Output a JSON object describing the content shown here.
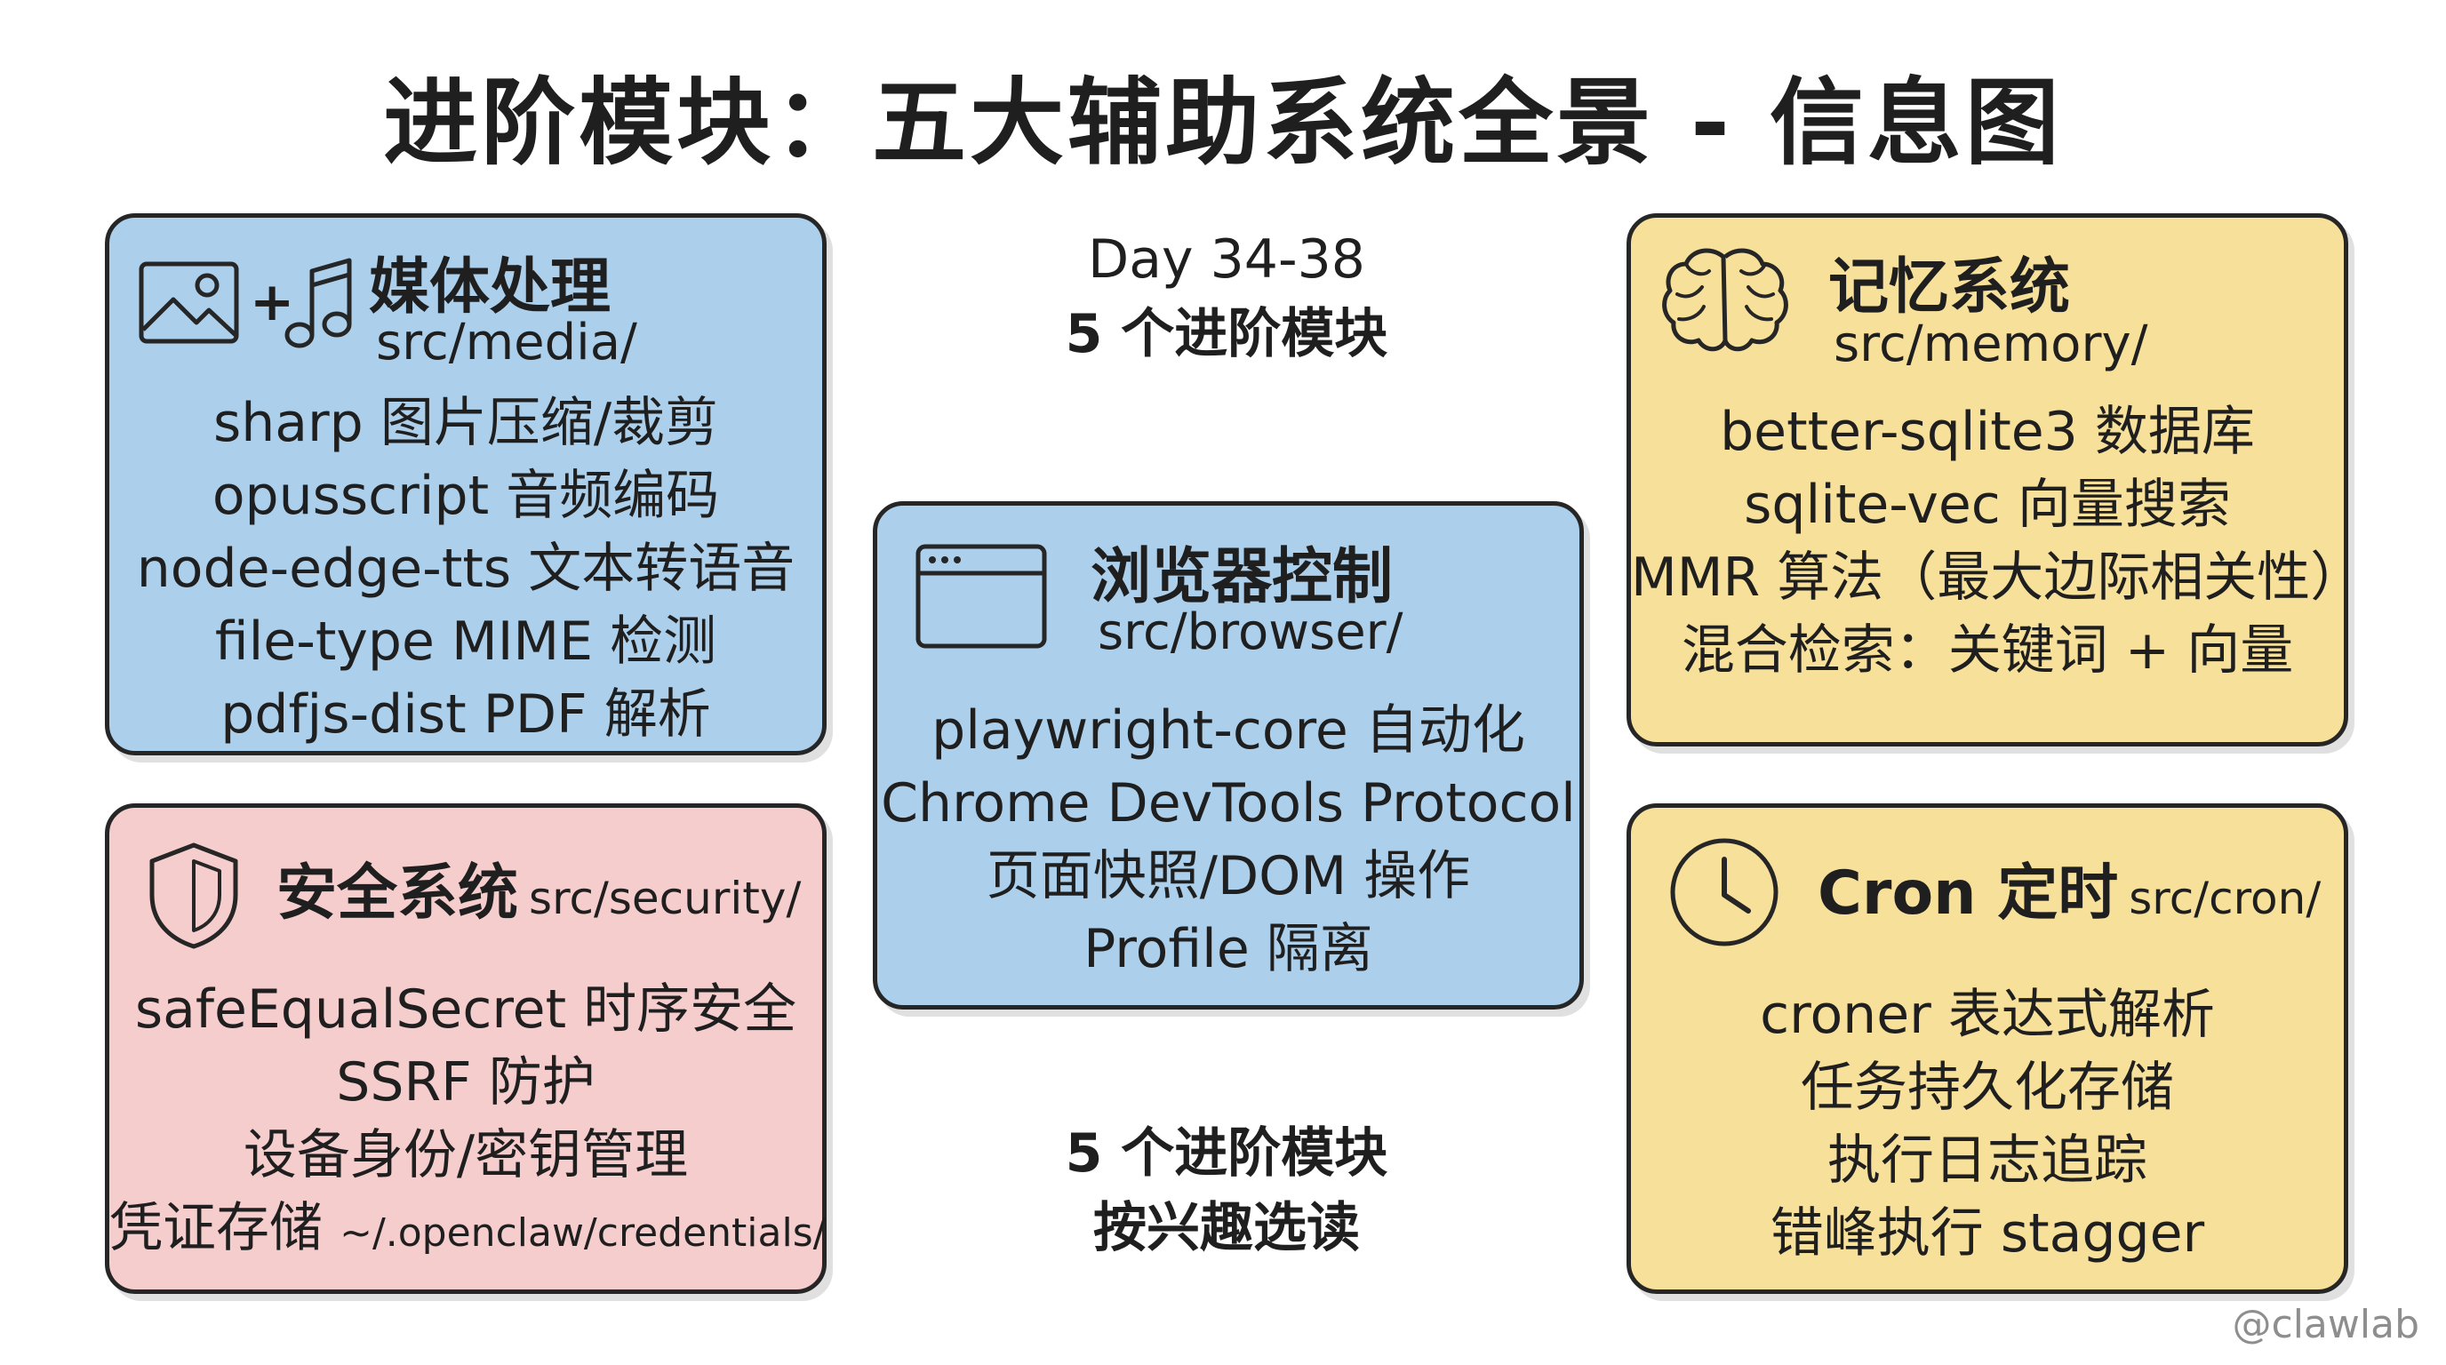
{
  "title": "进阶模块：五大辅助系统全景 - 信息图",
  "center_top": {
    "line1": "Day 34-38",
    "line2": "5 个进阶模块"
  },
  "center_bottom": {
    "line1": "5 个进阶模块",
    "line2": "按兴趣选读"
  },
  "cards": {
    "media": {
      "title": "媒体处理",
      "path": "src/media/",
      "icon_plus": "+",
      "icons": [
        "image-icon",
        "music-note-icon"
      ],
      "items": [
        "sharp 图片压缩/裁剪",
        "opusscript 音频编码",
        "node-edge-tts 文本转语音",
        "file-type MIME 检测",
        "pdfjs-dist PDF 解析"
      ]
    },
    "security": {
      "title": "安全系统",
      "path": "src/security/",
      "icons": [
        "shield-icon"
      ],
      "items": [
        "safeEqualSecret 时序安全",
        "SSRF 防护",
        "设备身份/密钥管理",
        "凭证存储"
      ],
      "credentials_path": "~/.openclaw/credentials/"
    },
    "browser": {
      "title": "浏览器控制",
      "path": "src/browser/",
      "icons": [
        "browser-window-icon"
      ],
      "items": [
        "playwright-core 自动化",
        "Chrome DevTools Protocol",
        "页面快照/DOM 操作",
        "Profile 隔离"
      ]
    },
    "memory": {
      "title": "记忆系统",
      "path": "src/memory/",
      "icons": [
        "brain-icon"
      ],
      "items": [
        "better-sqlite3 数据库",
        "sqlite-vec 向量搜索",
        "MMR 算法（最大边际相关性）",
        "混合检索：关键词 + 向量"
      ]
    },
    "cron": {
      "title": "Cron 定时",
      "path": "src/cron/",
      "icons": [
        "clock-icon"
      ],
      "items": [
        "croner 表达式解析",
        "任务持久化存储",
        "执行日志追踪",
        "错峰执行 stagger"
      ]
    }
  },
  "credit": "@clawlab",
  "colors": {
    "blue": "#acd0ec",
    "pink": "#f6cdcd",
    "yellow": "#f7e09a",
    "ink": "#262626"
  }
}
